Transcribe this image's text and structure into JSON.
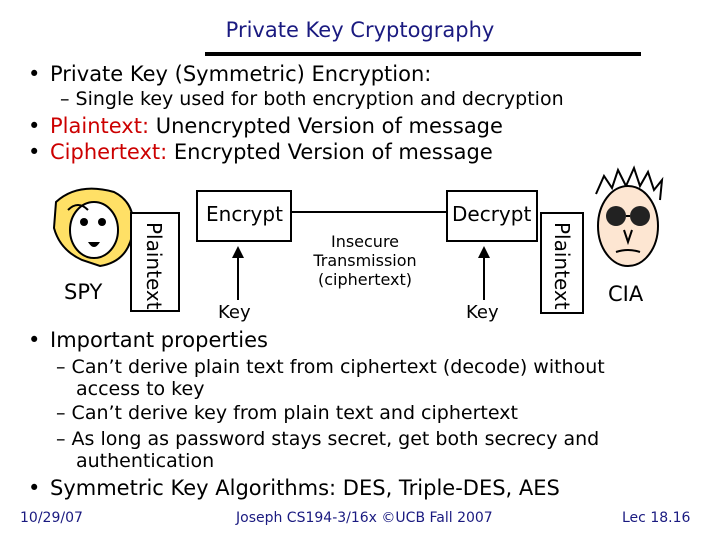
{
  "slide": {
    "title": "Private Key Cryptography",
    "bullet_symbol": "•",
    "dash_symbol": "–",
    "b1": "Private Key (Symmetric) Encryption:",
    "b1_sub": "Single key used for both encryption and decryption",
    "b2_label": "Plaintext:",
    "b2_text": "Unencrypted Version of message",
    "b3_label": "Ciphertext:",
    "b3_text": "Encrypted Version of message"
  },
  "diagram": {
    "encrypt": "Encrypt",
    "decrypt": "Decrypt",
    "plaintext_left": "Plaintext",
    "plaintext_right": "Plaintext",
    "spy": "SPY",
    "cia": "CIA",
    "key_left": "Key",
    "key_right": "Key",
    "insecure_1": "Insecure",
    "insecure_2": "Transmission",
    "insecure_3": "(ciphertext)"
  },
  "props": {
    "heading": "Important properties",
    "p1_a": "Can’t derive plain text from ciphertext (decode) without",
    "p1_b": "access to key",
    "p2": "Can’t derive key from plain text and ciphertext",
    "p3_a": "As long as password stays secret, get both secrecy and",
    "p3_b": "authentication",
    "algos": "Symmetric Key Algorithms: DES, Triple-DES, AES"
  },
  "footer": {
    "date": "10/29/07",
    "course": "Joseph CS194-3/16x ©UCB Fall 2007",
    "lec": "Lec 18.16"
  },
  "colors": {
    "title": "#1a1a80",
    "accent": "#cc0000"
  },
  "icons": [
    "spy-face-icon",
    "cia-face-icon",
    "arrow-icon"
  ]
}
